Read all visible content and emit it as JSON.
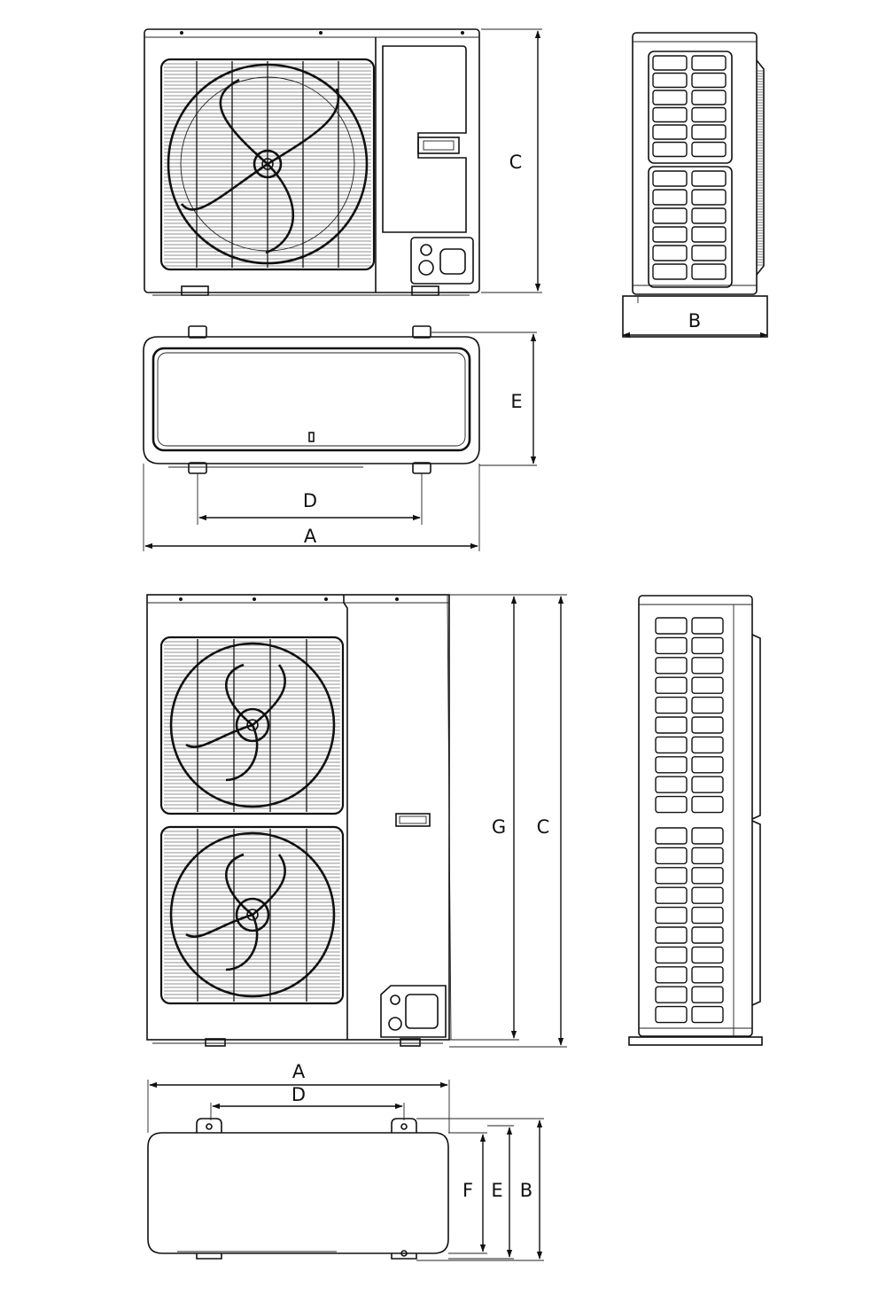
{
  "labels": {
    "unit1_front_height": "C",
    "unit1_side_depth": "B",
    "unit1_top_depth": "E",
    "unit1_top_mount_span": "D",
    "unit1_top_width": "A",
    "unit2_front_height_g": "G",
    "unit2_front_height_c": "C",
    "unit2_top_width": "A",
    "unit2_top_mount_span": "D",
    "unit2_top_f": "F",
    "unit2_top_e": "E",
    "unit2_top_b": "B"
  }
}
